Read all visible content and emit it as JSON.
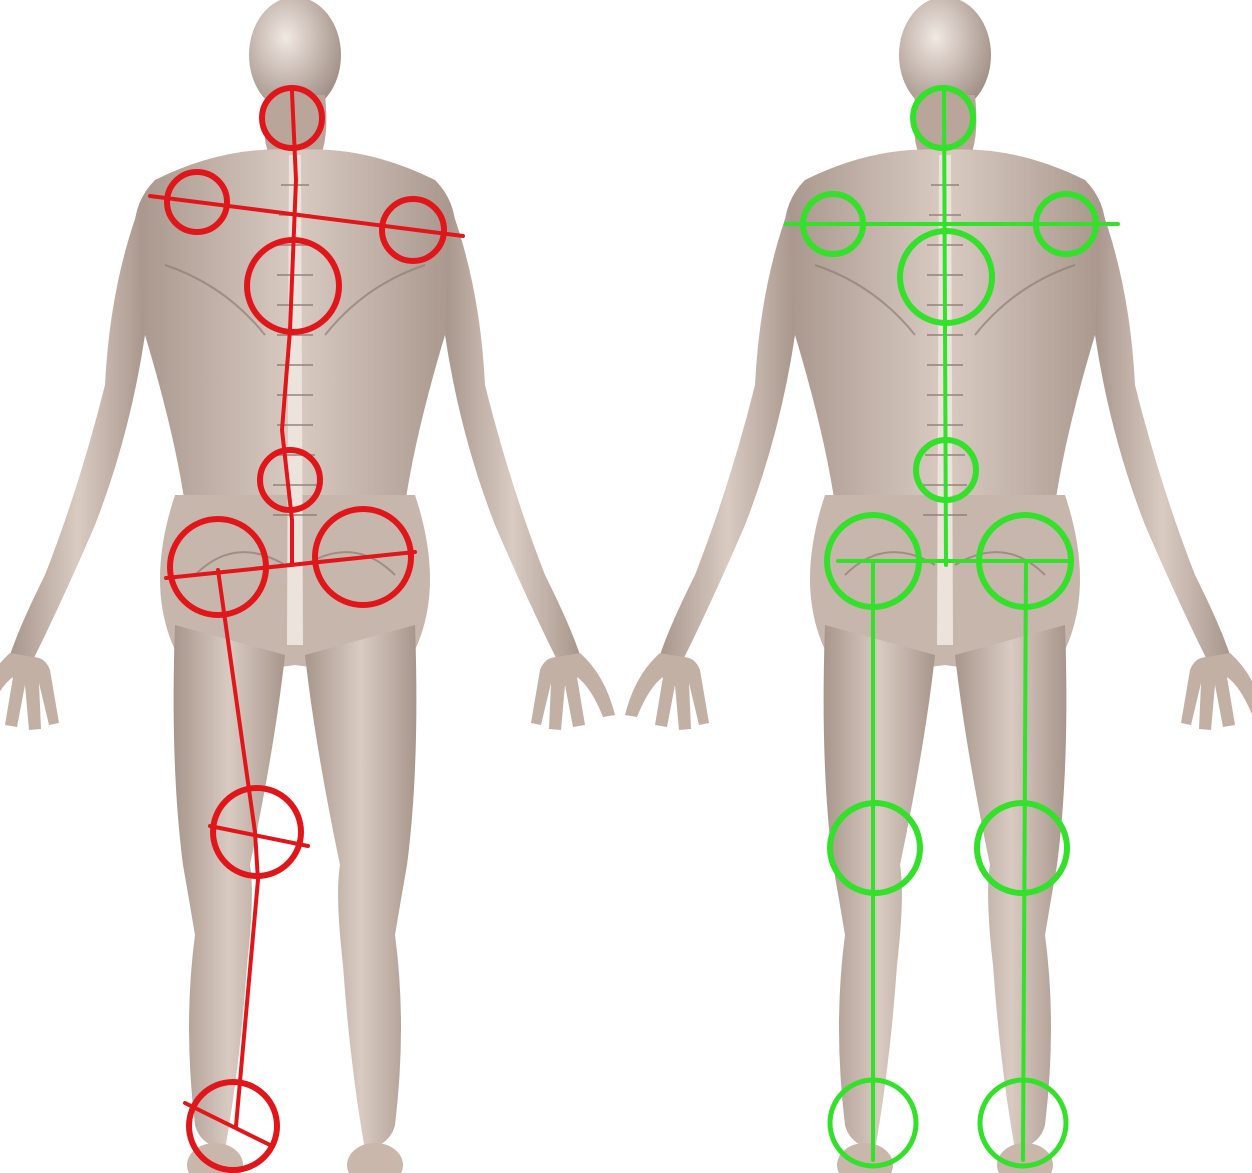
{
  "colors": {
    "background": "#ffffff",
    "body_fill": "#cdbcb2",
    "body_shadow": "#9c8a80",
    "muscle_tone": "#b9a398",
    "bone": "#ece4dc",
    "misaligned_marker": "#e0161b",
    "aligned_marker": "#33e02a"
  },
  "figures": [
    {
      "id": "misaligned",
      "marker_color": "#e0161b",
      "joint_markers": [
        "neck-joint",
        "left-shoulder-joint",
        "right-shoulder-joint",
        "thoracic-spine-joint",
        "lumbar-spine-joint",
        "left-hip-joint",
        "right-hip-joint",
        "knee-joint",
        "ankle-joint"
      ]
    },
    {
      "id": "aligned",
      "marker_color": "#33e02a",
      "joint_markers": [
        "neck-joint",
        "left-shoulder-joint",
        "right-shoulder-joint",
        "thoracic-spine-joint",
        "lumbar-spine-joint",
        "left-hip-joint",
        "right-hip-joint",
        "left-knee-joint",
        "right-knee-joint",
        "left-ankle-joint",
        "right-ankle-joint"
      ]
    }
  ]
}
